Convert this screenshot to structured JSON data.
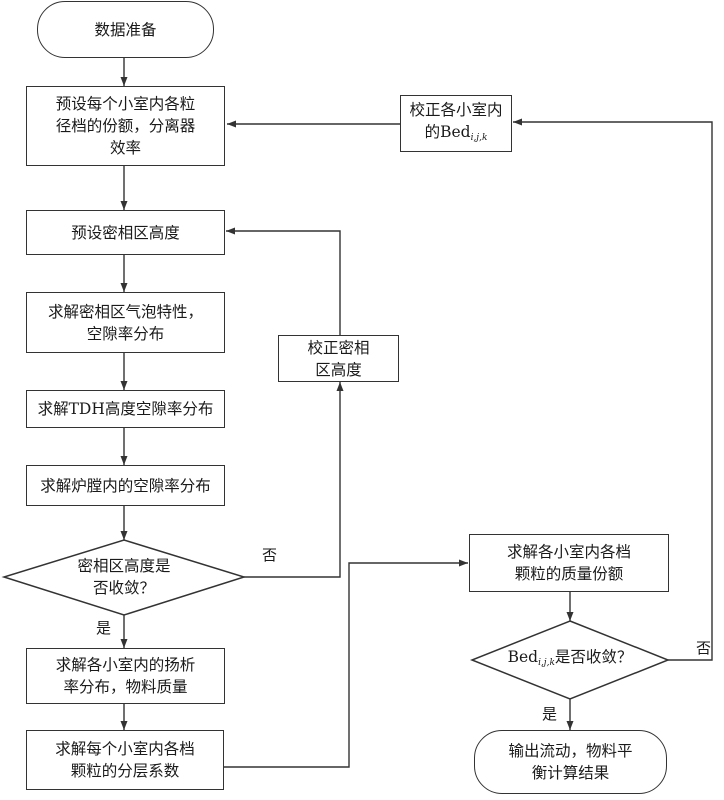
{
  "nodes": {
    "start": "数据准备",
    "preset_fraction": [
      "预设每个小室内各粒",
      "径档的份额，分离器",
      "效率"
    ],
    "preset_height": "预设密相区高度",
    "solve_dense": [
      "求解密相区气泡特性，",
      "空隙率分布"
    ],
    "solve_tdh": "求解TDH高度空隙率分布",
    "solve_furnace": "求解炉膛内的空隙率分布",
    "decision_height": [
      "密相区高度是",
      "否收敛？"
    ],
    "correct_height": [
      "校正密相",
      "区高度"
    ],
    "solve_elutriation": [
      "求解各小室内的扬析",
      "率分布，物料质量"
    ],
    "solve_stratification": [
      "求解每个小室内各档",
      "颗粒的分层系数"
    ],
    "solve_mass_fraction": [
      "求解各小室内各档",
      "颗粒的质量份额"
    ],
    "decision_bed": {
      "prefix": "Bed",
      "subscript": "i,j,k",
      "suffix": "是否收敛？"
    },
    "correct_bed": {
      "line1": "校正各小室内",
      "prefix": "的Bed",
      "subscript": "i,j,k"
    },
    "end": [
      "输出流动，物料平",
      "衡计算结果"
    ]
  },
  "labels": {
    "no_1": "否",
    "yes_1": "是",
    "no_2": "否",
    "yes_2": "是"
  }
}
